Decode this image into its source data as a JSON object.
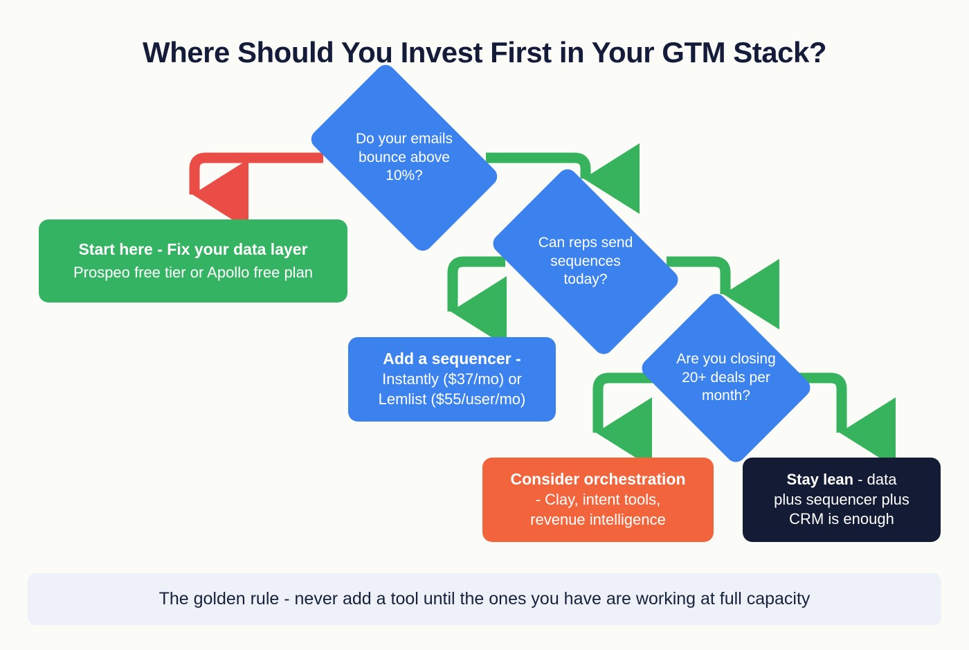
{
  "title": "Where Should You Invest First in Your GTM Stack?",
  "colors": {
    "background": "#fbfbf7",
    "title_text": "#141c3a",
    "decision": "#3b82ef",
    "green": "#34b362",
    "orange": "#f2653c",
    "dark": "#131c34",
    "arrow_green": "#36b35c",
    "arrow_red": "#ea4c46",
    "footer_bg": "#eef1f8",
    "footer_text": "#16213d"
  },
  "nodes": {
    "decision1": {
      "type": "decision",
      "text": "Do your emails bounce above 10%?",
      "lines": [
        "Do your emails",
        "bounce above",
        "10%?"
      ]
    },
    "decision2": {
      "type": "decision",
      "text": "Can reps send sequences today?",
      "lines": [
        "Can reps send",
        "sequences",
        "today?"
      ]
    },
    "decision3": {
      "type": "decision",
      "text": "Are you closing 20+ deals per month?",
      "lines": [
        "Are you closing",
        "20+ deals per",
        "month?"
      ]
    },
    "outcome_data": {
      "type": "outcome",
      "color": "green",
      "heading": "Start here - Fix your data layer",
      "detail": "Prospeo free tier or Apollo free plan"
    },
    "outcome_sequencer": {
      "type": "outcome",
      "color": "blue",
      "heading": "Add a sequencer -",
      "detail_line1": "Instantly ($37/mo) or",
      "detail_line2": "Lemlist ($55/user/mo)"
    },
    "outcome_orchestration": {
      "type": "outcome",
      "color": "orange",
      "heading": "Consider orchestration",
      "detail_line1": "- Clay, intent tools,",
      "detail_line2": "revenue intelligence"
    },
    "outcome_lean": {
      "type": "outcome",
      "color": "dark",
      "heading": "Stay lean",
      "detail_line1": " - data",
      "detail_line2": "plus sequencer plus",
      "detail_line3": "CRM is enough"
    }
  },
  "edges": [
    {
      "from": "decision1",
      "to": "outcome_data",
      "color": "#ea4c46",
      "direction": "left-then-down"
    },
    {
      "from": "decision1",
      "to": "decision2",
      "color": "#36b35c",
      "direction": "right-then-down"
    },
    {
      "from": "decision2",
      "to": "outcome_sequencer",
      "color": "#36b35c",
      "direction": "left-then-down"
    },
    {
      "from": "decision2",
      "to": "decision3",
      "color": "#36b35c",
      "direction": "right-then-down"
    },
    {
      "from": "decision3",
      "to": "outcome_orchestration",
      "color": "#36b35c",
      "direction": "left-then-down"
    },
    {
      "from": "decision3",
      "to": "outcome_lean",
      "color": "#36b35c",
      "direction": "right-then-down"
    }
  ],
  "footer": {
    "text": "The golden rule - never add a tool until the ones you have are working at full capacity"
  }
}
